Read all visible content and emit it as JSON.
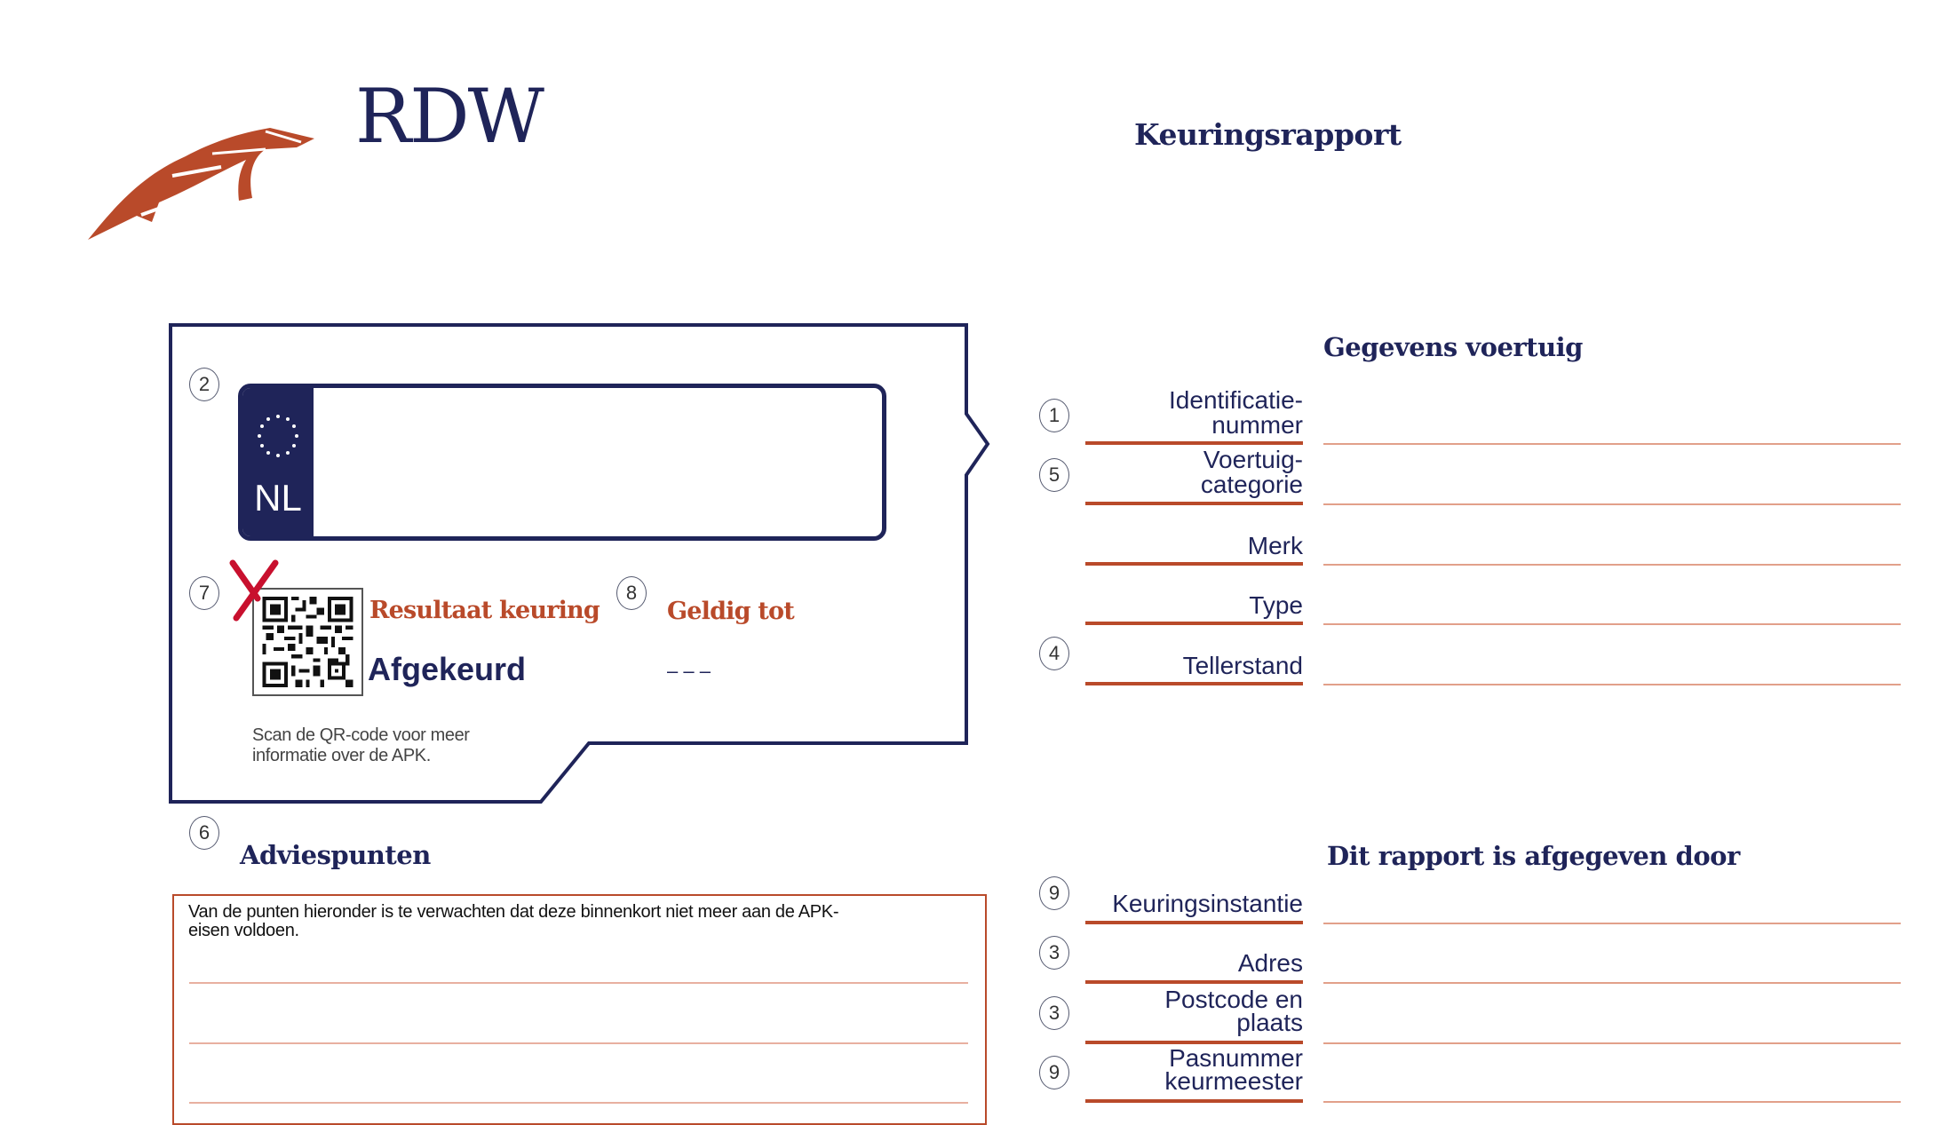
{
  "header": {
    "brand": "RDW",
    "logo_icon": "feather-logo-icon",
    "title": "Keuringsrapport"
  },
  "colors": {
    "navy": "#1f2459",
    "rust": "#b94a2a",
    "line_light": "#e2a08a",
    "reject_red": "#c8102e"
  },
  "card": {
    "plate": {
      "marker": "2",
      "country": "NL",
      "eu_icon": "eu-stars-icon",
      "value": ""
    },
    "result": {
      "marker": "7",
      "label": "Resultaat keuring",
      "value": "Afgekeurd",
      "reject_icon": "red-x-icon",
      "qr_icon": "qr-code-icon"
    },
    "valid": {
      "marker": "8",
      "label": "Geldig tot",
      "value": "– – –"
    },
    "scan_text_line1": "Scan de QR-code voor meer",
    "scan_text_line2": "informatie over de APK."
  },
  "advice": {
    "marker": "6",
    "title": "Adviespunten",
    "intro_line1": "Van de punten hieronder is te verwachten dat deze binnenkort niet meer aan de APK-",
    "intro_line2": "eisen voldoen.",
    "items": [
      "",
      "",
      ""
    ]
  },
  "vehicle": {
    "title": "Gegevens voertuig",
    "rows": [
      {
        "marker": "1",
        "label_line1": "Identificatie-",
        "label_line2": "nummer",
        "value": ""
      },
      {
        "marker": "5",
        "label_line1": "Voertuig-",
        "label_line2": "categorie",
        "value": ""
      },
      {
        "marker": "",
        "label_line1": "",
        "label_line2": "Merk",
        "value": ""
      },
      {
        "marker": "",
        "label_line1": "",
        "label_line2": "Type",
        "value": ""
      },
      {
        "marker": "4",
        "label_line1": "",
        "label_line2": "Tellerstand",
        "value": ""
      }
    ]
  },
  "issuer": {
    "title": "Dit rapport is afgegeven door",
    "rows": [
      {
        "marker": "9",
        "label_line1": "",
        "label_line2": "Keuringsinstantie",
        "value": ""
      },
      {
        "marker": "3",
        "label_line1": "",
        "label_line2": "Adres",
        "value": ""
      },
      {
        "marker": "3",
        "label_line1": "Postcode en",
        "label_line2": "plaats",
        "value": ""
      },
      {
        "marker": "9",
        "label_line1": "Pasnummer",
        "label_line2": "keurmeester",
        "value": ""
      }
    ]
  }
}
